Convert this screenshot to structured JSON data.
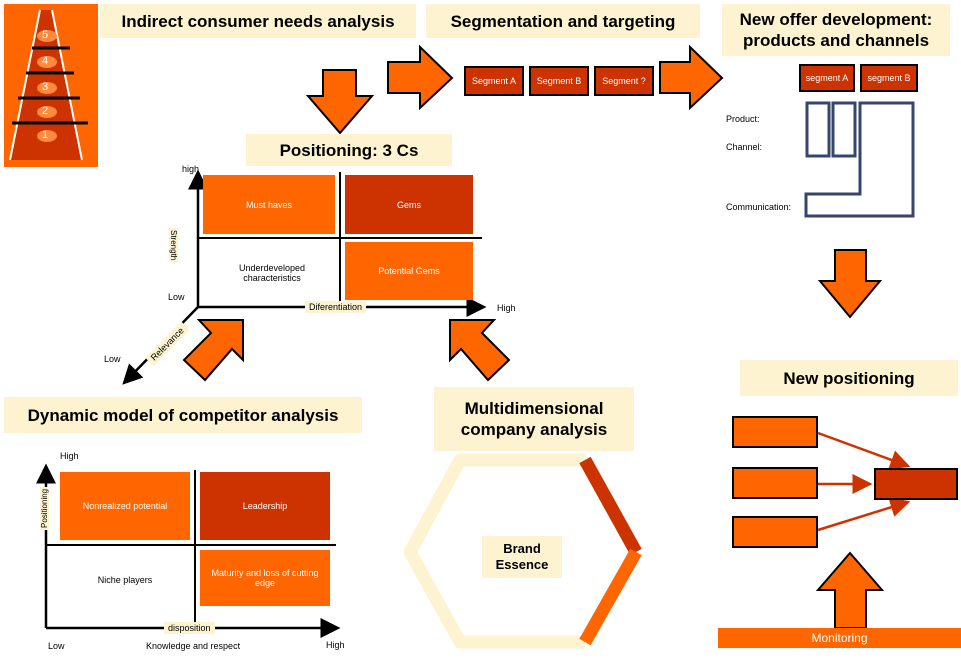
{
  "titles": {
    "indirect": "Indirect consumer needs analysis",
    "segmentation": "Segmentation and targeting",
    "new_offer_line1": "New offer development:",
    "new_offer_line2": "products and channels",
    "positioning": "Positioning: 3 Cs",
    "dynamic": "Dynamic model of competitor analysis",
    "multidim_line1": "Multidimensional",
    "multidim_line2": "company analysis",
    "new_positioning": "New positioning"
  },
  "ladder": {
    "steps": [
      "5",
      "4",
      "3",
      "2",
      "1"
    ]
  },
  "segments": [
    "Segment A",
    "Segment B",
    "Segment ?"
  ],
  "new_offer": {
    "segments": [
      "segment A",
      "segment B"
    ],
    "rows": [
      "Product:",
      "Channel:",
      "Communication:"
    ]
  },
  "positioning_matrix": {
    "quadrants": {
      "top_left": "Must haves",
      "top_right": "Gems",
      "bottom_left": "Underdeveloped characteristics",
      "bottom_right": "Potential Gems"
    },
    "y_high": "high",
    "y_low": "Low",
    "y_axis_label": "Strength",
    "x_axis_label": "Diferentiation",
    "x_high": "High",
    "z_axis_label": "Relevance",
    "z_low": "Low"
  },
  "competitor_matrix": {
    "quadrants": {
      "top_left": "Nonrealized potential",
      "top_right": "Leadership",
      "bottom_left": "Niche players",
      "bottom_right": "Maturity and loss of cutting edge"
    },
    "y_high": "High",
    "y_axis_label": "Positioning",
    "x_axis_label": "disposition",
    "x_low": "Low",
    "x_caption": "Knowledge and respect",
    "x_high": "High"
  },
  "brand": {
    "line1": "Brand",
    "line2": "Essence"
  },
  "monitoring": "Monitoring",
  "colors": {
    "orange": "#ff6600",
    "dark": "#cc3300",
    "cream": "#fdf3d0",
    "navy": "#34466a"
  }
}
